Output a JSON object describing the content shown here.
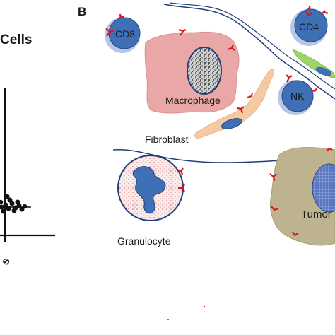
{
  "left_panel": {
    "title_fragment": "Cells",
    "tick_fragment": "s"
  },
  "right_panel": {
    "panel_letter": "B",
    "cells": {
      "cd8": "CD8",
      "cd4": "CD4",
      "macrophage": "Macrophage",
      "nk": "NK",
      "fibroblast": "Fibroblast",
      "granulocyte": "Granulocyte",
      "tumor": "Tumor"
    }
  },
  "colors": {
    "lymphocyte_blue": "#3f6fb5",
    "lymphocyte_halo": "#b8c6e6",
    "macrophage_pink": "#e9a7a8",
    "fibroblast_peach": "#f5c9a2",
    "tumor_khaki": "#bdb48f",
    "granulocyte_pink": "#f3d6d6",
    "receptor_red": "#d8151b",
    "vessel_blue": "#1f3f7a",
    "green_cell": "#9fd46a"
  }
}
